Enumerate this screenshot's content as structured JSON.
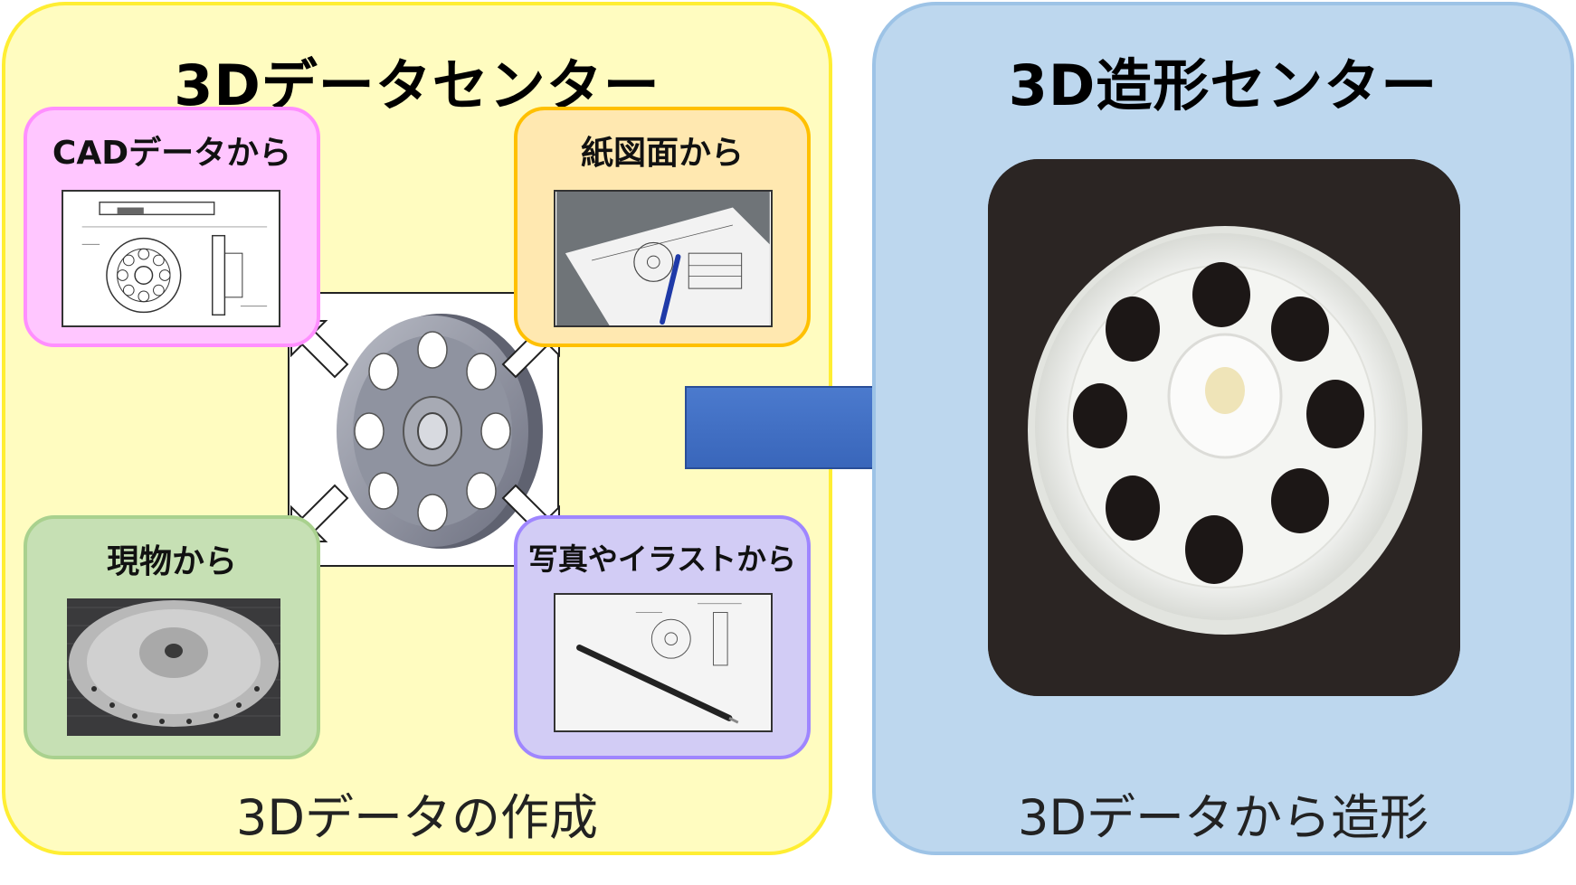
{
  "left_panel": {
    "title": "3Dデータセンター",
    "caption": "3Dデータの作成",
    "sources": {
      "cad": "CADデータから",
      "paper": "紙図面から",
      "object": "現物から",
      "photo": "写真やイラストから"
    }
  },
  "right_panel": {
    "title": "3D造形センター",
    "caption": "3Dデータから造形"
  },
  "colors": {
    "left_bg": "#fffcc0",
    "left_border": "#ffee33",
    "right_bg": "#bdd7ee",
    "right_border": "#9dc3e6",
    "arrow": "#3f6fc6"
  }
}
